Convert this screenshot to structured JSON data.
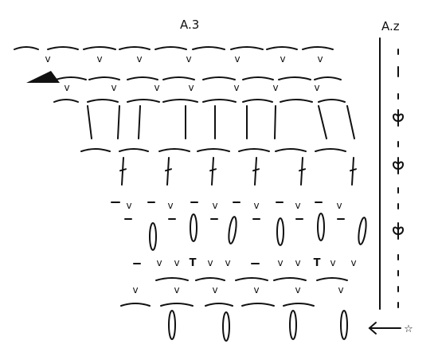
{
  "chart_labels": {
    "left_title": "A.3",
    "right_title": "A.z"
  },
  "symbols": {
    "v": "v",
    "t": "T",
    "star": "☆"
  },
  "colors": {
    "ink": "#111111",
    "background": "#ffffff"
  },
  "icons": {
    "marker": "black-triangle-icon",
    "start": "arrow-left-icon"
  }
}
